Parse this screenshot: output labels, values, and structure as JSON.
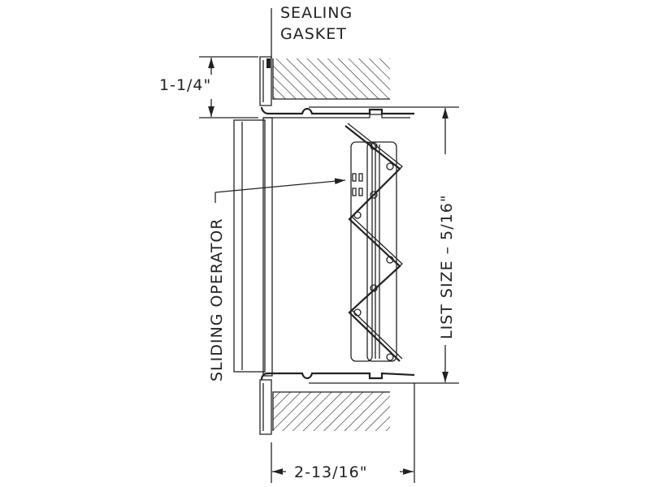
{
  "labels": {
    "sealing_line1": "SEALING",
    "sealing_line2": "GASKET",
    "top_dimension": "1-1/4\"",
    "sliding_operator": "SLIDING OPERATOR",
    "list_size": "LIST SIZE  –  5/16\"",
    "bottom_dimension": "2-13/16\""
  },
  "colors": {
    "line": "#222222",
    "background": "#ffffff"
  }
}
